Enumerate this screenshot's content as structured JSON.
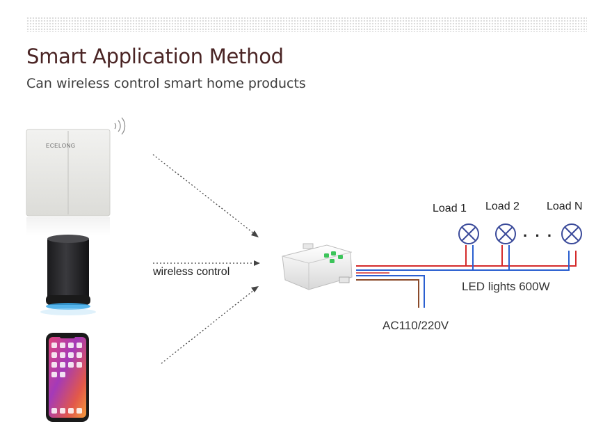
{
  "header": {
    "title": "Smart Application Method",
    "subtitle": "Can wireless control smart home products"
  },
  "devices": {
    "wall_switch_brand": "ECELONG"
  },
  "labels": {
    "wireless": "wireless control",
    "power": "AC110/220V",
    "output": "LED lights 600W",
    "ellipsis": "· · ·"
  },
  "loads": [
    {
      "label": "Load 1"
    },
    {
      "label": "Load 2"
    },
    {
      "label": "Load N"
    }
  ],
  "colors": {
    "title": "#4a2424",
    "wire_red": "#d42a2a",
    "wire_blue": "#2a5fd0",
    "wire_brown": "#8a4a2a",
    "bulb": "#3a4a9a",
    "module_green": "#3cc45a",
    "speaker_glow": "#3aa8e8"
  }
}
